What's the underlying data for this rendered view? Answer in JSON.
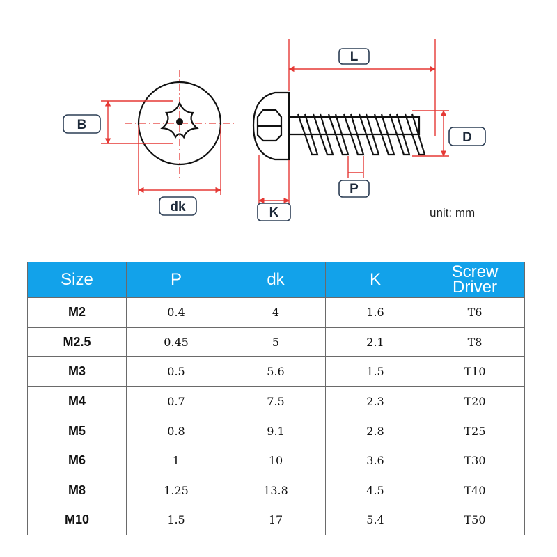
{
  "diagram": {
    "labels": {
      "b": "B",
      "dk": "dk",
      "l": "L",
      "d": "D",
      "p": "P",
      "k": "K"
    },
    "unit": "unit: mm",
    "accent_color": "#e53935"
  },
  "table": {
    "header_color": "#12a2ea",
    "headers": [
      "Size",
      "P",
      "dk",
      "K",
      "Screw Driver"
    ],
    "rows": [
      [
        "M2",
        "0.4",
        "4",
        "1.6",
        "T6"
      ],
      [
        "M2.5",
        "0.45",
        "5",
        "2.1",
        "T8"
      ],
      [
        "M3",
        "0.5",
        "5.6",
        "1.5",
        "T10"
      ],
      [
        "M4",
        "0.7",
        "7.5",
        "2.3",
        "T20"
      ],
      [
        "M5",
        "0.8",
        "9.1",
        "2.8",
        "T25"
      ],
      [
        "M6",
        "1",
        "10",
        "3.6",
        "T30"
      ],
      [
        "M8",
        "1.25",
        "13.8",
        "4.5",
        "T40"
      ],
      [
        "M10",
        "1.5",
        "17",
        "5.4",
        "T50"
      ]
    ]
  }
}
